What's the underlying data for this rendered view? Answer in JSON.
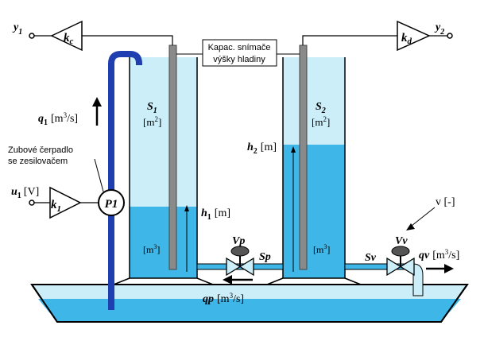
{
  "colors": {
    "water": "#3fb6e8",
    "water_light": "#cbeef9",
    "pipe": "#1f3fb0",
    "sensor": "#8a8a8a",
    "basin": "#cbeef9"
  },
  "icons": {
    "amplifier": "triangle-amplifier-icon",
    "pump": "circle-pump-icon",
    "valve": "bowtie-valve-icon",
    "terminal": "open-circle-terminal-icon"
  },
  "labels": {
    "y1": "y",
    "y1_sub": "1",
    "y2": "y",
    "y2_sub": "2",
    "kc": "k",
    "kc_sub": "c",
    "kd": "k",
    "kd_sub": "d",
    "k1": "k",
    "k1_sub": "1",
    "u1": "u",
    "u1_sub": "1",
    "u1_unit": "[V]",
    "sensor_line1": "Kapac. snímače",
    "sensor_line2": "výšky hladiny",
    "pump_line1": "Zubové čerpadlo",
    "pump_line2": "se zesilovačem",
    "pump": "P1",
    "q1": "q",
    "q1_sub": "1",
    "q1_unit_a": "[m",
    "q1_unit_exp": "3",
    "q1_unit_b": "/s]",
    "s1": "S",
    "s1_sub": "1",
    "s1_unit_a": "[m",
    "s1_unit_exp": "2",
    "s1_unit_b": "]",
    "s2": "S",
    "s2_sub": "2",
    "s2_unit_a": "[m",
    "s2_unit_exp": "2",
    "s2_unit_b": "]",
    "h1": "h",
    "h1_sub": "1",
    "h1_unit": "[m]",
    "h2": "h",
    "h2_sub": "2",
    "h2_unit": "[m]",
    "vol1_a": "[m",
    "vol1_exp": "3",
    "vol1_b": "]",
    "vol2_a": "[m",
    "vol2_exp": "3",
    "vol2_b": "]",
    "vp": "Vp",
    "sp": "Sp",
    "vv": "Vv",
    "sv": "Sv",
    "v_label": "v [-]",
    "qv": "qv",
    "qv_unit_a": "[m",
    "qv_unit_exp": "3",
    "qv_unit_b": "/s]",
    "qp": "qp",
    "qp_unit_a": "[m",
    "qp_unit_exp": "3",
    "qp_unit_b": "/s]"
  }
}
